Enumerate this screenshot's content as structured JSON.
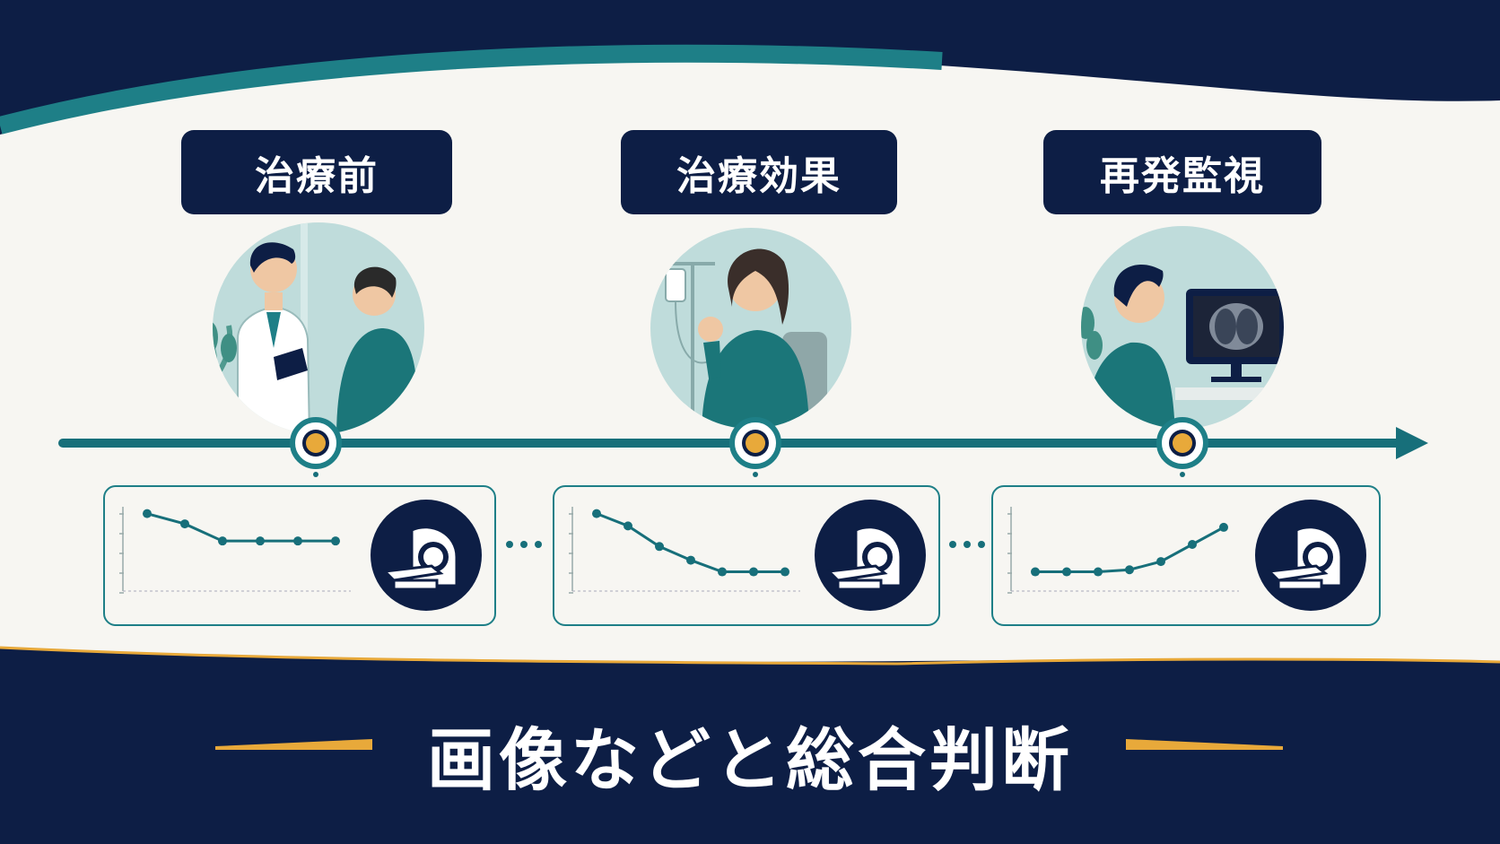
{
  "stages": [
    {
      "label": "治療前"
    },
    {
      "label": "治療効果"
    },
    {
      "label": "再発監視"
    }
  ],
  "conclusion": "画像などと総合判断",
  "chart_data": [
    {
      "type": "line",
      "title": "",
      "x": [
        1,
        2,
        3,
        4,
        5,
        6
      ],
      "values": [
        10,
        8.5,
        6,
        6,
        6,
        6
      ]
    },
    {
      "type": "line",
      "title": "",
      "x": [
        1,
        2,
        3,
        4,
        5,
        6,
        7
      ],
      "values": [
        10,
        8.2,
        5.2,
        3.2,
        1.5,
        1.5,
        1.5
      ]
    },
    {
      "type": "line",
      "title": "",
      "x": [
        1,
        2,
        3,
        4,
        5,
        6,
        7
      ],
      "values": [
        1.5,
        1.5,
        1.5,
        1.8,
        3,
        5.5,
        8
      ]
    }
  ],
  "colors": {
    "navy": "#0d1e45",
    "teal": "#1e7f87",
    "gold": "#e8a93a",
    "background": "#f7f6f2"
  },
  "icons": [
    "doctor-consultation-illustration",
    "iv-treatment-illustration",
    "ct-monitor-illustration",
    "ct-scanner-icon"
  ]
}
